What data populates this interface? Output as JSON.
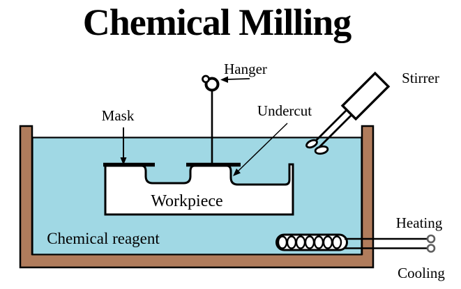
{
  "title": "Chemical Milling",
  "labels": {
    "hanger": "Hanger",
    "mask": "Mask",
    "undercut": "Undercut",
    "stirrer": "Stirrer",
    "workpiece": "Workpiece",
    "chemical_reagent": "Chemical reagent",
    "heating": "Heating",
    "cooling": "Cooling"
  },
  "colors": {
    "background": "#FFFFFF",
    "liquid": "#A0D8E4",
    "tank_wall": "#B07C5C",
    "outline": "#000000",
    "workpiece_fill": "#FFFFFF",
    "terminal_ring": "#5E5E5E"
  }
}
